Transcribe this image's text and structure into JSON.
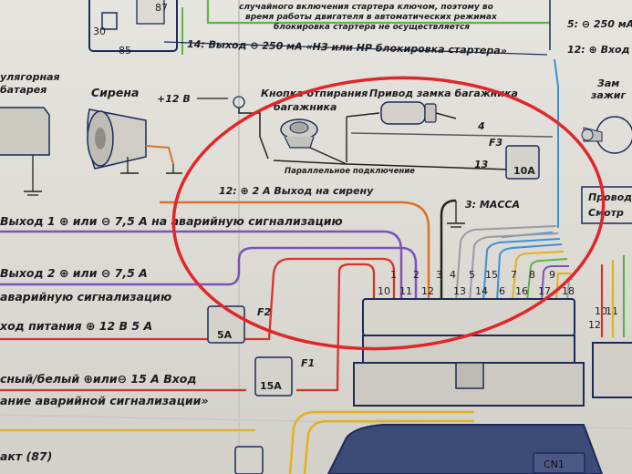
{
  "colors": {
    "paper": "#dfddd6",
    "highlight_ellipse": "#e0262b",
    "wire_blue": "#3e8fd8",
    "wire_purple": "#7a55b8",
    "wire_orange": "#d9722a",
    "wire_red": "#d9332a",
    "wire_green": "#5fb24a",
    "wire_yellow": "#e2b21e",
    "wire_black": "#222222",
    "ink_navy": "#1d2a5a"
  },
  "relay": {
    "pin_87": "87",
    "pin_30": "30",
    "pin_85": "85"
  },
  "top_note": {
    "line1": "случайного включения стартера ключом, поэтому во",
    "line2": "время работы двигателя в автоматических режимах",
    "line3": "блокировка стартера не осуществляется"
  },
  "top_right": {
    "out5": "5: ⊖ 250 мА",
    "out12": "12: ⊕ Вход"
  },
  "output14": "14: Выход ⊖ 250 мА «НЗ или НР блокировка стартера»",
  "battery": {
    "line1": "улягорная",
    "line2": "батарея"
  },
  "siren": {
    "label": "Сирена",
    "plus12": "+12 В"
  },
  "trunk_button": {
    "line1": "Кнопка отпирания",
    "line2": "багажника"
  },
  "trunk_actuator": {
    "label": "Привод замка багажника"
  },
  "ignition": {
    "line1": "Зам",
    "line2": "зажиг"
  },
  "wire4": "4",
  "wire13": "13",
  "parallel": "Параллельное подключение",
  "fuse_f3": {
    "name": "F3",
    "rating": "10A"
  },
  "out12_siren": "12: ⊕ 2 А Выход на сирену",
  "massa": "3: МАССА",
  "right_box": {
    "line1": "Провод",
    "line2": "Смотр"
  },
  "out1": "Выход 1 ⊕ или ⊖ 7,5 А на аварийную сигнализацию",
  "out2": {
    "line1": "Выход 2 ⊕ или ⊖ 7,5 А",
    "line2": "аварийную сигнализацию"
  },
  "power": "ход питания ⊕ 12 В 5 А",
  "fuse_f2": {
    "name": "F2",
    "rating": "5A"
  },
  "fuse_f1": {
    "name": "F1",
    "rating": "15A"
  },
  "input15": {
    "line1": "сный/белый ⊕или⊖ 15 А Вход",
    "line2": "ание аварийной сигнализации»"
  },
  "bottom_left": "акт (87)",
  "connector": {
    "label": "CN1"
  },
  "pins_top": [
    "1",
    "2",
    "3",
    "4",
    "5",
    "15",
    "7",
    "8",
    "9"
  ],
  "pins_bottom": [
    "10",
    "11",
    "12",
    "13",
    "14",
    "6",
    "16",
    "17",
    "18"
  ],
  "right_pins": [
    "10",
    "11",
    "12"
  ]
}
